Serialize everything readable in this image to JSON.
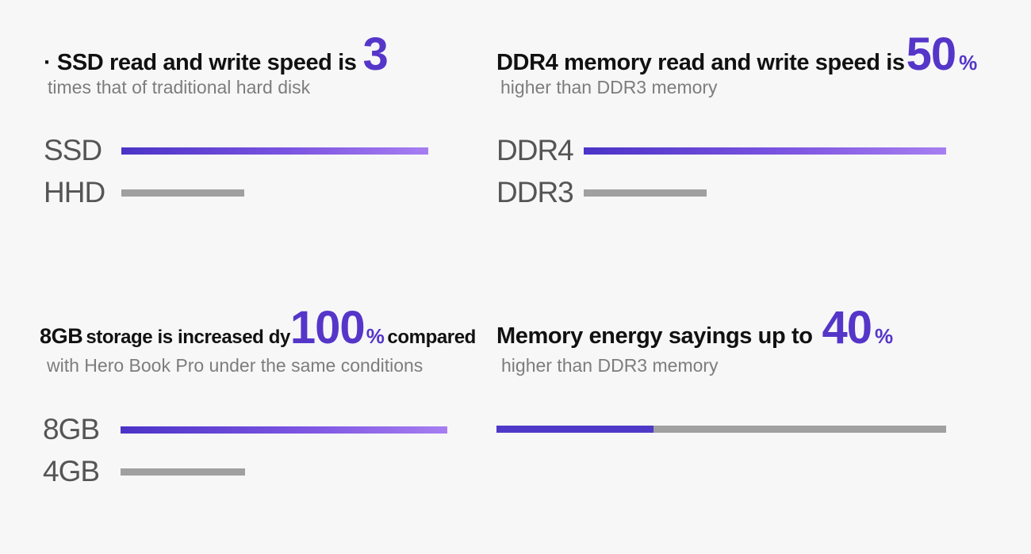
{
  "panels": [
    {
      "headline_pre": "· SSD read and write speed is",
      "highlight": "3",
      "percent": "",
      "headline_post": "",
      "subtitle": "times that of traditional hard disk",
      "bars": [
        {
          "label": "SSD",
          "value": 1.0,
          "style": "grad"
        },
        {
          "label": "HHD",
          "value": 0.4,
          "style": "gray"
        }
      ]
    },
    {
      "headline_pre": "DDR4 memory read and write speed is",
      "highlight": "50",
      "percent": "%",
      "headline_post": "",
      "subtitle": "higher than DDR3 memory",
      "bars": [
        {
          "label": "DDR4",
          "value": 1.0,
          "style": "grad"
        },
        {
          "label": "DDR3",
          "value": 0.34,
          "style": "gray"
        }
      ]
    },
    {
      "headline_pre_strong": "8GB",
      "headline_pre": "storage is increased dy",
      "highlight": "100",
      "percent": "%",
      "headline_post": "compared",
      "subtitle": "with Hero Book Pro under the same conditions",
      "bars": [
        {
          "label": "8GB",
          "value": 1.0,
          "style": "grad"
        },
        {
          "label": "4GB",
          "value": 0.38,
          "style": "gray"
        }
      ]
    },
    {
      "headline_pre": "Memory energy sayings up to",
      "highlight": "40",
      "percent": "%",
      "headline_post": "",
      "subtitle": "higher than DDR3 memory",
      "combined_bar_fill": 0.35
    }
  ],
  "colors": {
    "accent": "#5536c9",
    "gradient_start": "#4b33c7",
    "gradient_end": "#a77ef1",
    "bar_gray": "#a0a0a0",
    "label_gray": "#555555",
    "subtitle_gray": "#7d7d7d",
    "background": "#f7f7f8"
  }
}
